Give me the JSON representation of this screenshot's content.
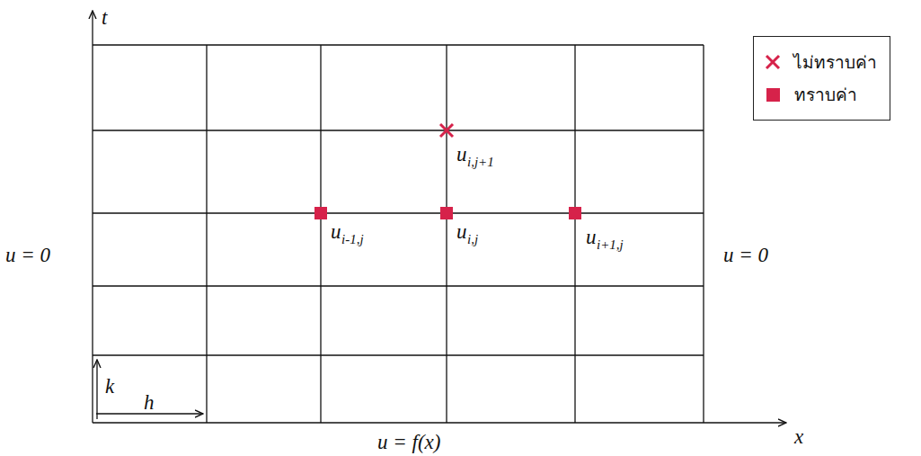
{
  "diagram": {
    "labels": [
      "t",
      "x",
      "u = 0",
      "u = 0",
      "u = f(x)",
      "k",
      "h",
      "u",
      "i,j+1",
      "u",
      "i-1,j",
      "u",
      "i,j",
      "u",
      "i+1,j"
    ],
    "legend": [
      {
        "text": "ไม่ทราบค่า"
      },
      {
        "text": "ทราบค่า",
        "color": "#d6224a"
      }
    ]
  }
}
